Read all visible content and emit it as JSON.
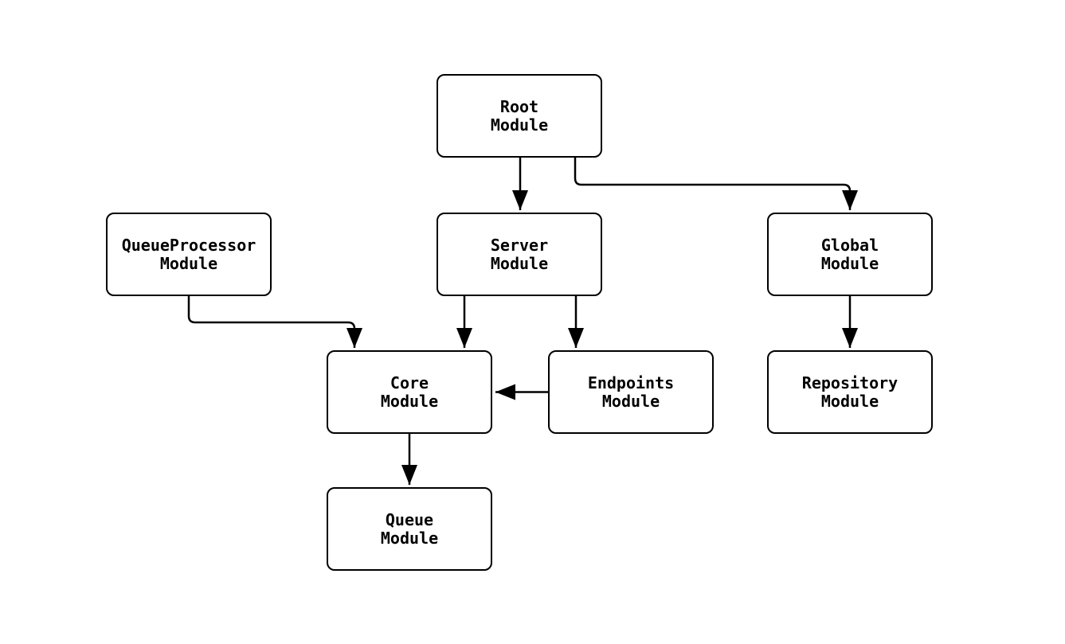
{
  "diagram": {
    "title": "",
    "type": "module-dependency-diagram",
    "colors": {
      "background": "#ffffff",
      "node_fill": "#ffffff",
      "node_border": "#000000",
      "edge": "#000000",
      "text": "#000000"
    },
    "nodes": {
      "root": {
        "line1": "Root",
        "line2": "Module"
      },
      "queueprocessor": {
        "line1": "QueueProcessor",
        "line2": "Module"
      },
      "server": {
        "line1": "Server",
        "line2": "Module"
      },
      "global": {
        "line1": "Global",
        "line2": "Module"
      },
      "core": {
        "line1": "Core",
        "line2": "Module"
      },
      "endpoints": {
        "line1": "Endpoints",
        "line2": "Module"
      },
      "repository": {
        "line1": "Repository",
        "line2": "Module"
      },
      "queue": {
        "line1": "Queue",
        "line2": "Module"
      }
    },
    "edges": [
      {
        "from": "Root Module",
        "to": "Server Module"
      },
      {
        "from": "Root Module",
        "to": "Global Module"
      },
      {
        "from": "QueueProcessor Module",
        "to": "Core Module"
      },
      {
        "from": "Server Module",
        "to": "Core Module"
      },
      {
        "from": "Server Module",
        "to": "Endpoints Module"
      },
      {
        "from": "Endpoints Module",
        "to": "Core Module"
      },
      {
        "from": "Global Module",
        "to": "Repository Module"
      },
      {
        "from": "Core Module",
        "to": "Queue Module"
      }
    ]
  }
}
